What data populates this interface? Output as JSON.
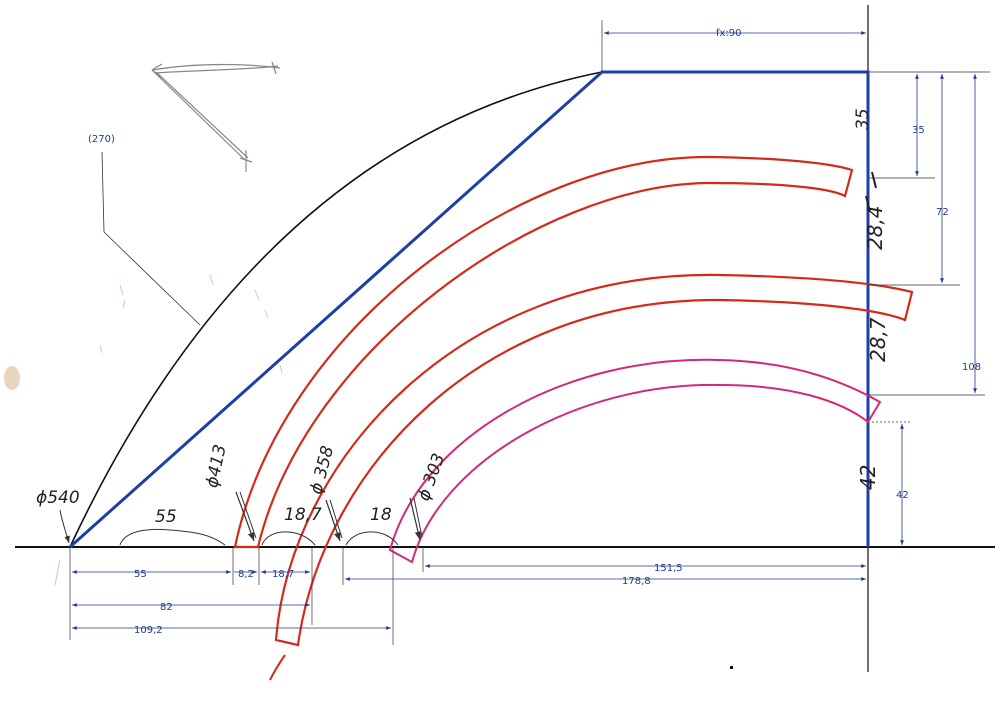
{
  "colors": {
    "outline_blue": "#1d3fa8",
    "red_ring": "#d42a1c",
    "magenta_ring": "#d4287a",
    "black_arc": "#111111",
    "dimension": "#1f3b8f",
    "sketch": "#888888"
  },
  "labels": {
    "top_width": "fx:90",
    "ref_270": "(270)",
    "dim_35": "35",
    "dim_72": "72",
    "dim_108": "108",
    "dim_42": "42",
    "dim_55": "55",
    "dim_8_2": "8,2",
    "dim_18_7": "18,7",
    "dim_82": "82",
    "dim_109_2": "109,2",
    "dim_151_5": "151,5",
    "dim_178_8": "178,8"
  },
  "handwritten": {
    "phi_540": "ϕ540",
    "phi_413": "ϕ413",
    "phi_358": "ϕ 358",
    "phi_303": "ϕ 303",
    "gap_55": "55",
    "gap_18_7": "18,7",
    "gap_18": "18",
    "side_35": "35",
    "side_28_4": "28,4",
    "side_28_7": "28,7",
    "side_42": "42"
  }
}
